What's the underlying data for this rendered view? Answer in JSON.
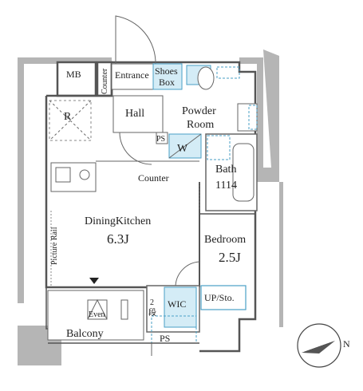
{
  "rooms": {
    "mb": "MB",
    "counter_top": "Counter",
    "entrance": "Entrance",
    "shoes_box_1": "Shoes",
    "shoes_box_2": "Box",
    "r": "R",
    "hall": "Hall",
    "powder_room_1": "Powder",
    "powder_room_2": "Room",
    "ps_top": "PS",
    "w": "W",
    "counter": "Counter",
    "bath": "Bath",
    "bath_size": "1114",
    "dining_kitchen": "DiningKitchen",
    "dining_kitchen_size": "6.3J",
    "picture_rail": "Picture Rail",
    "bedroom": "Bedroom",
    "bedroom_size": "2.5J",
    "wic": "WIC",
    "up_sto": "UP/Sto.",
    "dan_1": "2",
    "dan_2": "段",
    "even": "Even",
    "balcony": "Balcony",
    "ps_bottom": "PS"
  },
  "compass": {
    "label": "N"
  },
  "colors": {
    "wall": "#555555",
    "hatch": "#b5b5b5",
    "fixture_blue": "#d4ecf6",
    "fixture_stroke": "#4a9fc6"
  }
}
